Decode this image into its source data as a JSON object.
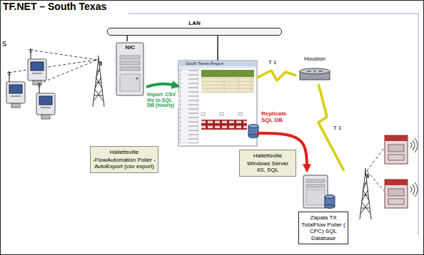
{
  "diagram": {
    "title": "TF.NET – South Texas",
    "nodes": [
      {
        "text": [
          "LAN"
        ]
      },
      {
        "text": [
          "NIC"
        ]
      },
      {
        "text": [
          "South Texas Region"
        ]
      },
      {
        "text": [
          "Houston"
        ]
      },
      {
        "text": [
          "Hallettsville",
          "-FlowAutomation Poller -AutoExport (csv export)"
        ]
      },
      {
        "text": [
          "Hallettsville",
          "Windows Server IIS, SQL"
        ]
      },
      {
        "text": [
          "Zapata TX TotalFlow Poller ( CPC) SQL Database"
        ]
      }
    ],
    "edges": [
      {
        "from": 0,
        "to": 1,
        "arrow": "none"
      },
      {
        "from": 0,
        "to": 2,
        "arrow": "none"
      },
      {
        "from": 1,
        "to": 2,
        "label": "Import .CSV file to SQL DB (hourly)",
        "arrow": "to"
      },
      {
        "from": 2,
        "to": 3,
        "label": "T 1",
        "arrow": "none"
      },
      {
        "from": 3,
        "to": 6,
        "label": "T 1",
        "arrow": "none"
      },
      {
        "from": 2,
        "to": 6,
        "label": "Replicate SQL DB",
        "arrow": "to"
      }
    ],
    "labels": [
      "s"
    ]
  }
}
